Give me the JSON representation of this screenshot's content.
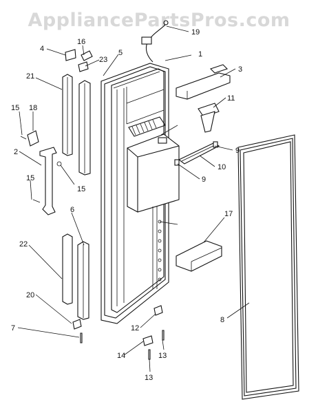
{
  "watermark": "AppliancePartsPros.com",
  "callouts": [
    {
      "id": "c1",
      "label": "1"
    },
    {
      "id": "c2",
      "label": "2"
    },
    {
      "id": "c3",
      "label": "3"
    },
    {
      "id": "c4",
      "label": "4"
    },
    {
      "id": "c5",
      "label": "5"
    },
    {
      "id": "c6",
      "label": "6"
    },
    {
      "id": "c7",
      "label": "7"
    },
    {
      "id": "c8",
      "label": "8"
    },
    {
      "id": "c9a",
      "label": "9"
    },
    {
      "id": "c9b",
      "label": "9"
    },
    {
      "id": "c10",
      "label": "10"
    },
    {
      "id": "c11",
      "label": "11"
    },
    {
      "id": "c12",
      "label": "12"
    },
    {
      "id": "c13a",
      "label": "13"
    },
    {
      "id": "c13b",
      "label": "13"
    },
    {
      "id": "c14",
      "label": "14"
    },
    {
      "id": "c15a",
      "label": "15"
    },
    {
      "id": "c15b",
      "label": "15"
    },
    {
      "id": "c15c",
      "label": "15"
    },
    {
      "id": "c16",
      "label": "16"
    },
    {
      "id": "c17",
      "label": "17"
    },
    {
      "id": "c18",
      "label": "18"
    },
    {
      "id": "c19",
      "label": "19"
    },
    {
      "id": "c20",
      "label": "20"
    },
    {
      "id": "c21",
      "label": "21"
    },
    {
      "id": "c22",
      "label": "22"
    },
    {
      "id": "c23",
      "label": "23"
    }
  ]
}
